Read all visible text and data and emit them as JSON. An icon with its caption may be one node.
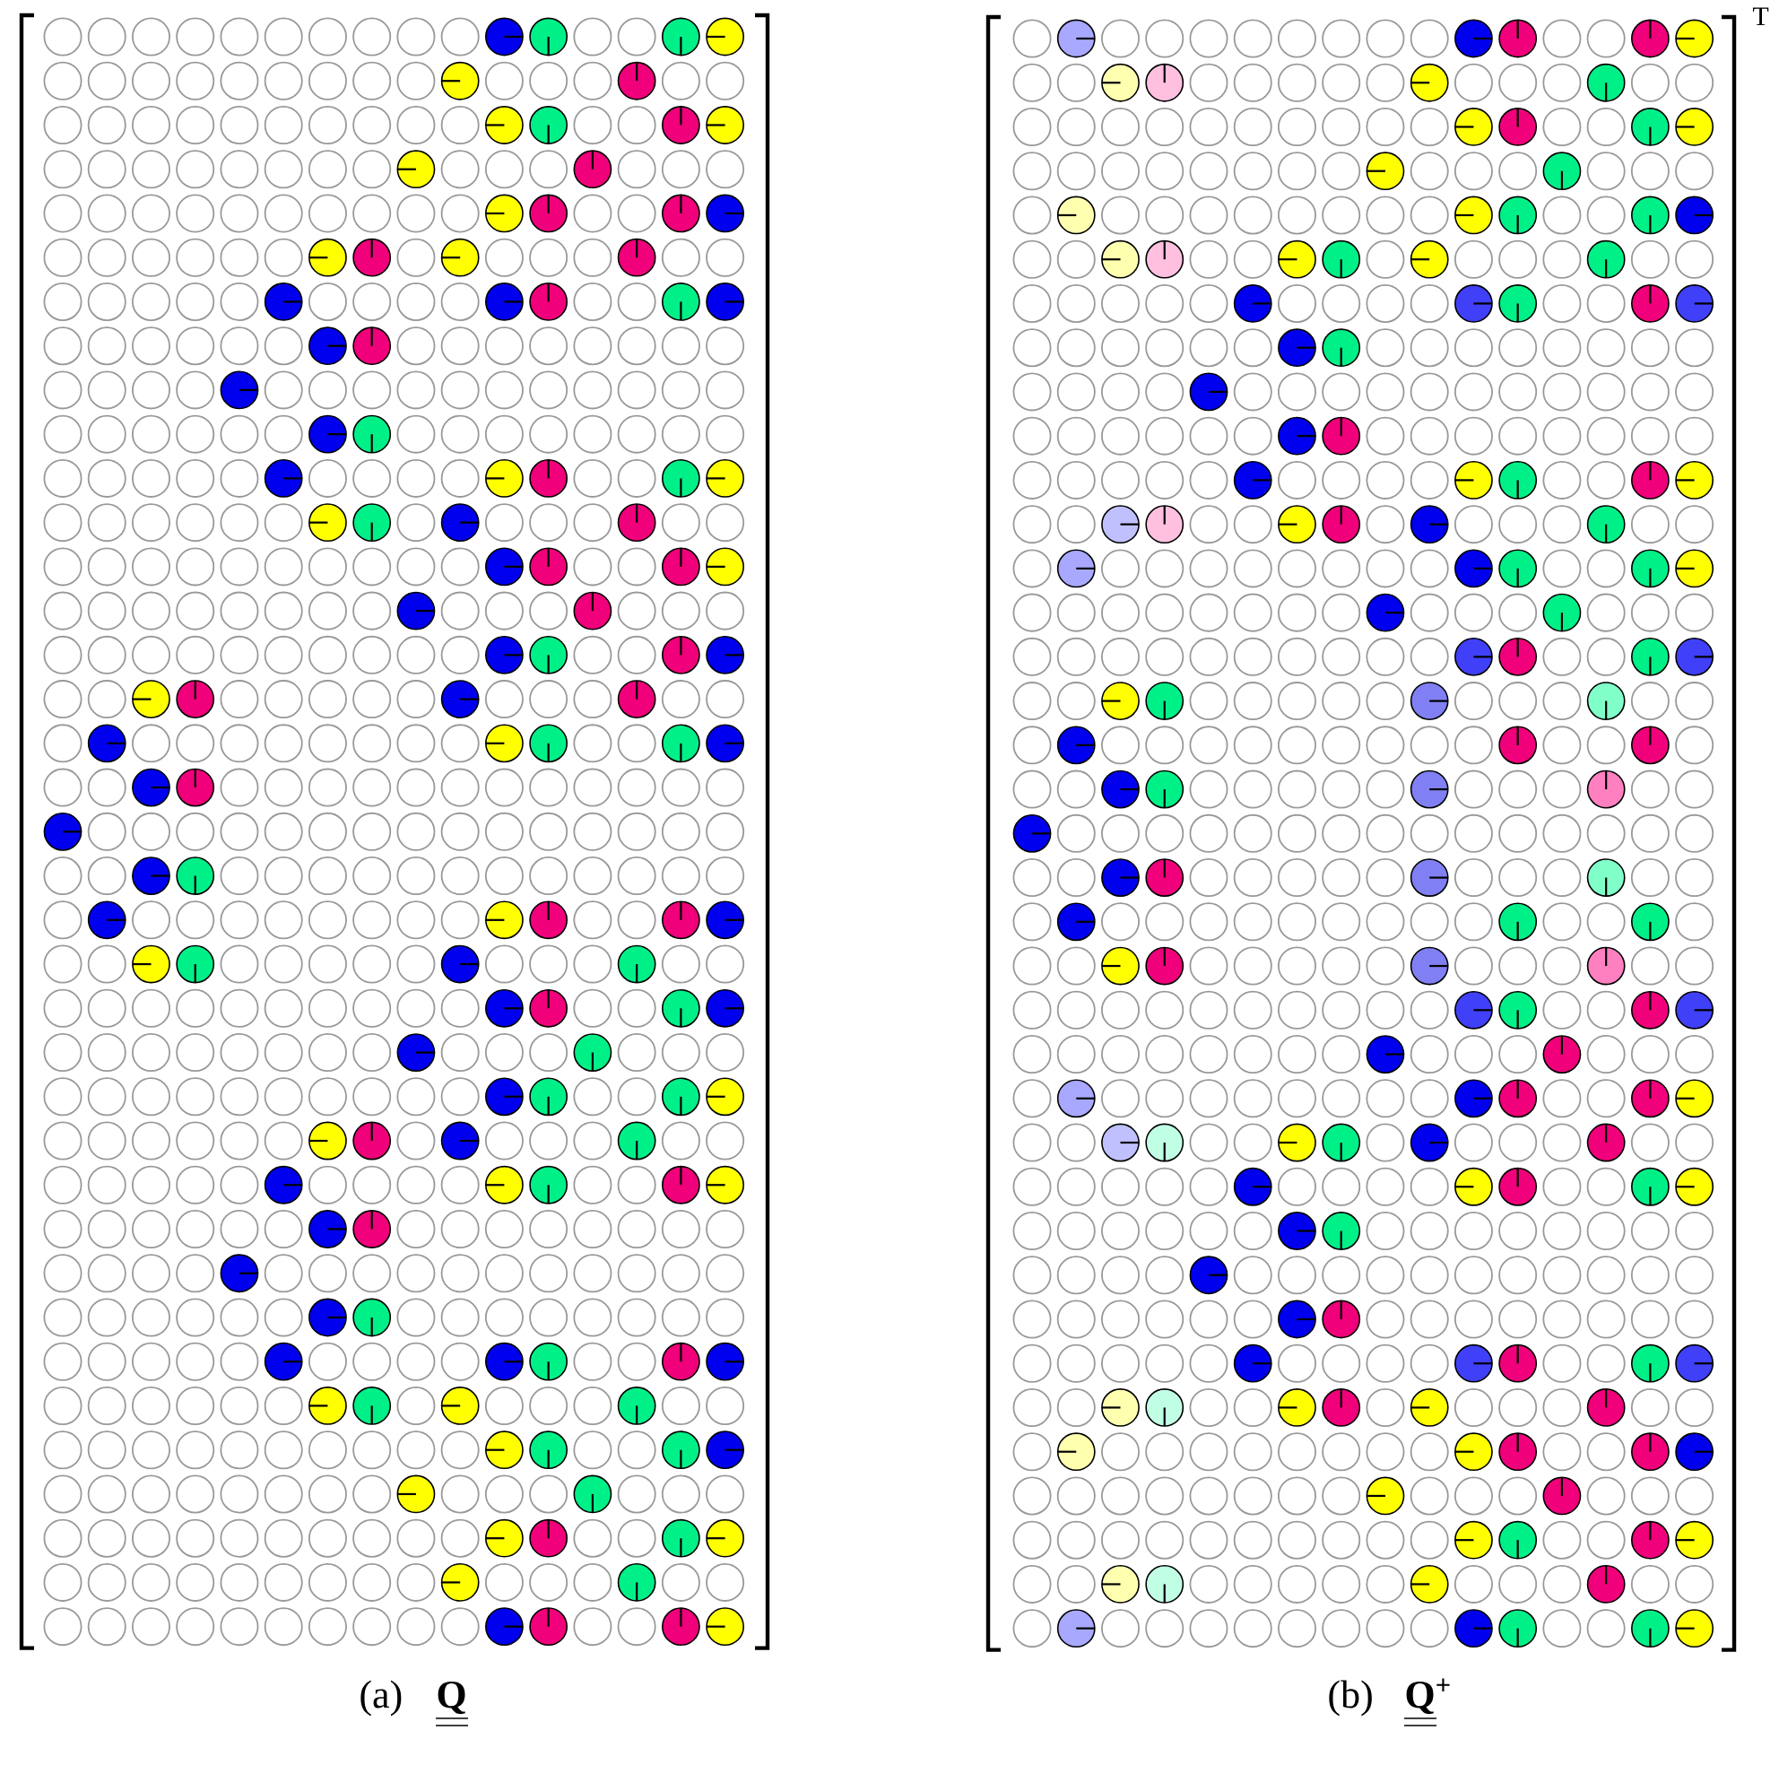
{
  "diagram": {
    "labels": [
      "T",
      "(a)",
      "Q",
      "(b)",
      "Q$^{+}$"
    ]
  }
}
